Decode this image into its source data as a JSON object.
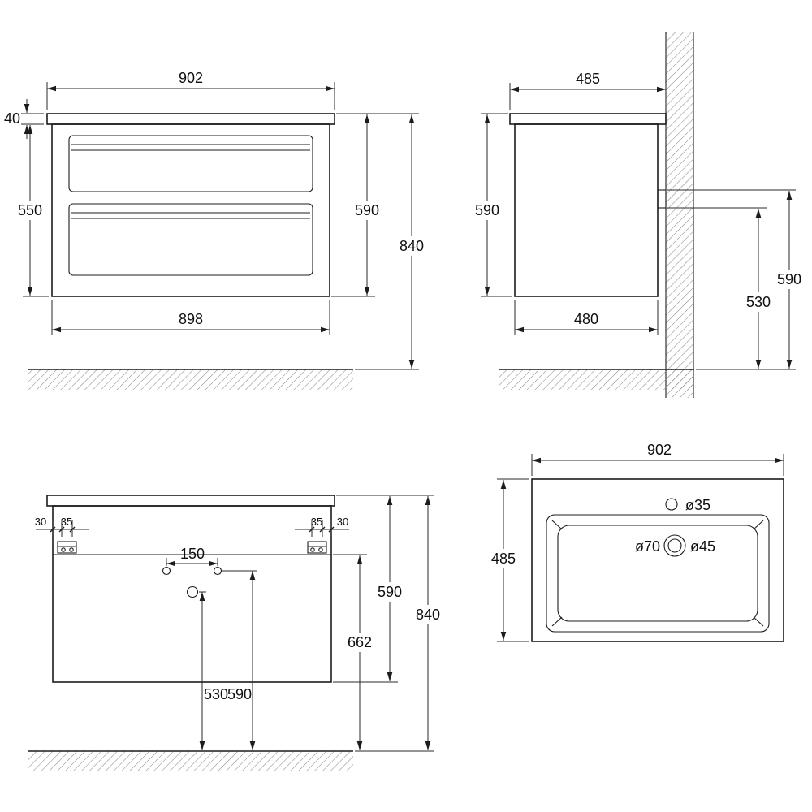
{
  "palette": {
    "ink": "#1c1c1c",
    "background": "#ffffff",
    "hatch": "#8a8a8a"
  },
  "drawing": {
    "front_view": {
      "top_width": "902",
      "top_thickness": "40",
      "body_height": "550",
      "cabinet_height": "590",
      "total_height": "840",
      "carcass_width": "898"
    },
    "side_view": {
      "top_depth": "485",
      "cabinet_height": "590",
      "carcass_depth": "480",
      "bracket_height_upper": "590",
      "bracket_height_lower": "530"
    },
    "installation_view": {
      "offset_outer_left": "30",
      "offset_inner_left": "35",
      "offset_inner_right": "35",
      "offset_outer_right": "30",
      "hole_pitch": "150",
      "drain_height": "530",
      "supply_height": "590",
      "cabinet_height": "590",
      "rail_height": "662",
      "total_height": "840"
    },
    "basin_view": {
      "width": "902",
      "depth": "485",
      "deck_hole": "ø35",
      "tap_hole_outer": "ø70",
      "tap_hole_inner": "ø45"
    }
  }
}
